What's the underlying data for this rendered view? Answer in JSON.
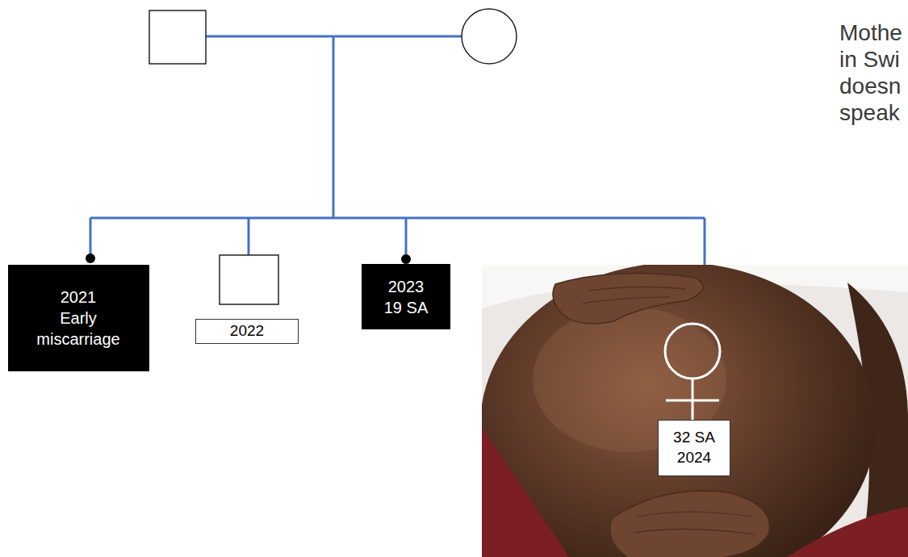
{
  "diagram": {
    "nodes": [
      {
        "text": [
          "2021",
          "Early miscarriage"
        ]
      },
      {
        "text": [
          "2022"
        ]
      },
      {
        "text": [
          "2023",
          "19 SA"
        ]
      },
      {
        "text": [
          "32 SA",
          "2024"
        ]
      }
    ],
    "labels": [
      "Mothe",
      "in Swi",
      "doesn",
      "speak"
    ]
  }
}
